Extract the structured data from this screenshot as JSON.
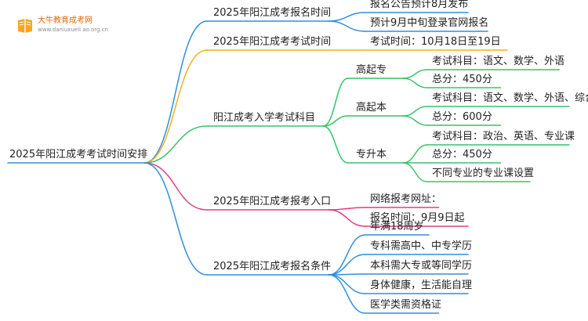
{
  "logo": {
    "title": "大牛教育成考网",
    "url": "www.daniuxueli ao.org.cn"
  },
  "colors": {
    "blue": "#2f8fe0",
    "orange": "#f2b21b",
    "green": "#37c36a",
    "pink": "#e23d7d",
    "text": "#222222"
  },
  "mindmap": {
    "root": "2025年阳江成考考试时间安排",
    "branches": [
      {
        "label": "2025年阳江成考报名时间",
        "color": "blue",
        "children": [
          {
            "label": "报名公告预计8月发布"
          },
          {
            "label": "预计9月中旬登录官网报名"
          }
        ]
      },
      {
        "label": "2025年阳江成考考试时间",
        "color": "orange",
        "children": [
          {
            "label": "考试时间：10月18日至19日"
          }
        ]
      },
      {
        "label": "阳江成考入学考试科目",
        "color": "green",
        "children": [
          {
            "label": "高起专",
            "children": [
              {
                "label": "考试科目：语文、数学、外语"
              },
              {
                "label": "总分：450分"
              }
            ]
          },
          {
            "label": "高起本",
            "children": [
              {
                "label": "考试科目：语文、数学、外语、综合"
              },
              {
                "label": "总分：600分"
              }
            ]
          },
          {
            "label": "专升本",
            "children": [
              {
                "label": "考试科目：政治、英语、专业课"
              },
              {
                "label": "总分：450分"
              },
              {
                "label": "不同专业的专业课设置"
              }
            ]
          }
        ]
      },
      {
        "label": "2025年阳江成考报考入口",
        "color": "pink",
        "children": [
          {
            "label": "网络报考网址："
          },
          {
            "label": "报名时间：9月9日起"
          }
        ]
      },
      {
        "label": "2025年阳江成考报名条件",
        "color": "blue",
        "children": [
          {
            "label": "年满18周岁"
          },
          {
            "label": "专科需高中、中专学历"
          },
          {
            "label": "本科需大专或等同学历"
          },
          {
            "label": "身体健康，生活能自理"
          },
          {
            "label": "医学类需资格证"
          }
        ]
      }
    ]
  }
}
